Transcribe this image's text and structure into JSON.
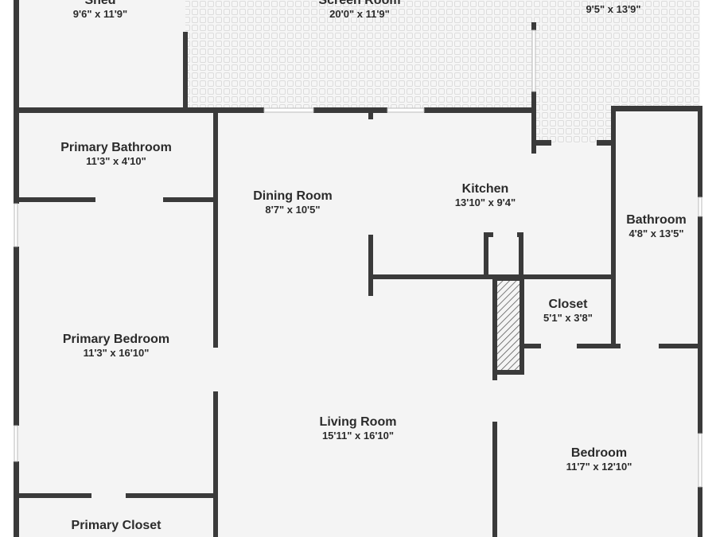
{
  "colors": {
    "wall": "#3a3a3a",
    "floor": "#f4f4f4",
    "tile_floor": "#efefef",
    "text": "#2b2b2b"
  },
  "rooms": [
    {
      "name": "Shed",
      "dims": "9'6\" x 11'9\""
    },
    {
      "name": "Screen Room",
      "dims": "20'0\" x 11'9\""
    },
    {
      "name": "",
      "dims": "9'5\" x 13'9\""
    },
    {
      "name": "Primary Bathroom",
      "dims": "11'3\" x 4'10\""
    },
    {
      "name": "Dining Room",
      "dims": "8'7\" x 10'5\""
    },
    {
      "name": "Kitchen",
      "dims": "13'10\" x 9'4\""
    },
    {
      "name": "Bathroom",
      "dims": "4'8\" x 13'5\""
    },
    {
      "name": "Closet",
      "dims": "5'1\" x 3'8\""
    },
    {
      "name": "Primary Bedroom",
      "dims": "11'3\" x 16'10\""
    },
    {
      "name": "Living Room",
      "dims": "15'11\" x 16'10\""
    },
    {
      "name": "Bedroom",
      "dims": "11'7\" x 12'10\""
    },
    {
      "name": "Primary Closet",
      "dims": ""
    }
  ]
}
